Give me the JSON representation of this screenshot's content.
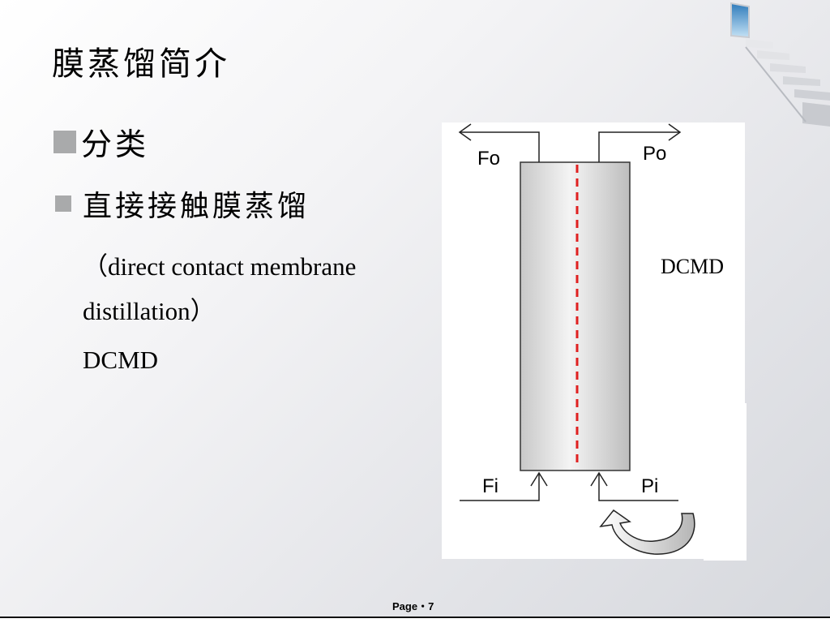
{
  "slide": {
    "title": "膜蒸馏简介",
    "bullets": [
      {
        "text": "分类"
      },
      {
        "text": "直接接触膜蒸馏"
      }
    ],
    "paragraphs": [
      "（direct contact membrane",
      "distillation）",
      "DCMD"
    ],
    "footer": "Page・7"
  },
  "figure": {
    "labels": {
      "fo": "Fo",
      "po": "Po",
      "fi": "Fi",
      "pi": "Pi",
      "mode": "DCMD"
    },
    "colors": {
      "membrane_line": "#e02020",
      "bullet_square": "#a9aaab"
    }
  }
}
